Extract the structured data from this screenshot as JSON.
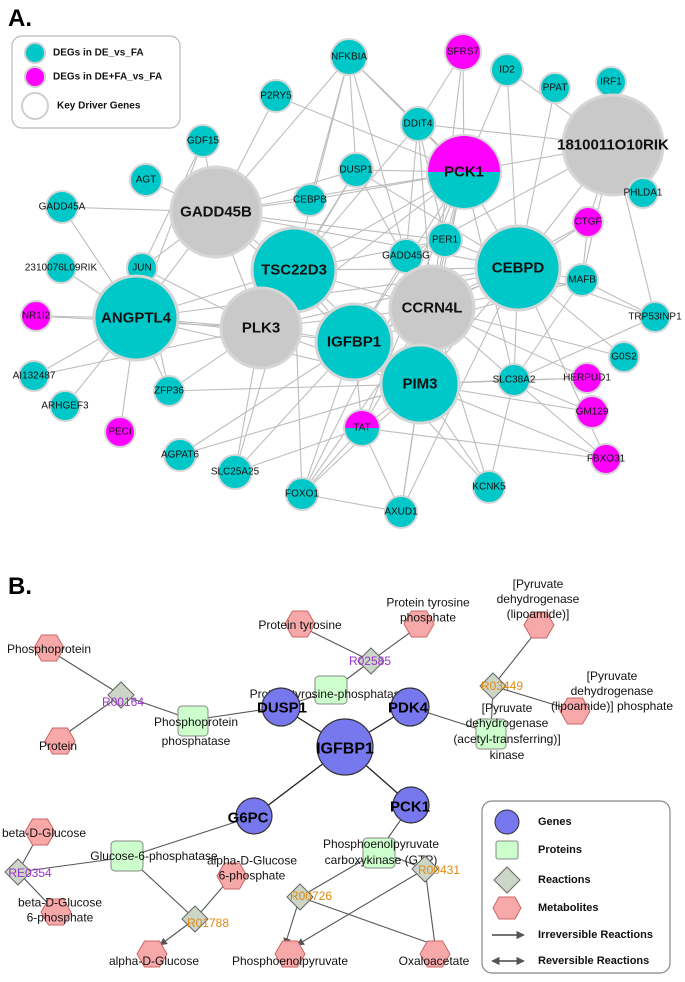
{
  "panel_a": {
    "label": "A.",
    "legend": {
      "items": [
        {
          "label": "DEGs in DE_vs_FA",
          "color": "#00c8c8"
        },
        {
          "label": "DEGs in DE+FA_vs_FA",
          "color": "#ff00ff"
        },
        {
          "label": "Key Driver Genes",
          "color": "#ffffff"
        }
      ]
    },
    "nodes": {
      "NFKBIA": "NFKBIA",
      "SFRS7": "SFRS7",
      "ID2": "ID2",
      "P2RY5": "P2RY5",
      "PPAT": "PPAT",
      "IRF1": "IRF1",
      "DDIT4": "DDIT4",
      "PCK1": "PCK1",
      "R1810011O10RIK": "1810011O10RIK",
      "GDF15": "GDF15",
      "DUSP1": "DUSP1",
      "AGT": "AGT",
      "GADD45B": "GADD45B",
      "PHLDA1": "PHLDA1",
      "GADD45A": "GADD45A",
      "CEBPB": "CEBPB",
      "CTGF": "CTGF",
      "PER1": "PER1",
      "GADD45G": "GADD45G",
      "TSC22D3": "TSC22D3",
      "CEBPD": "CEBPD",
      "R2310076L09RIK": "2310076L09RIK",
      "JUN": "JUN",
      "MAFB": "MAFB",
      "NR1I2": "NR1I2",
      "CCRN4L": "CCRN4L",
      "TRP53INP1": "TRP53INP1",
      "ANGPTL4": "ANGPTL4",
      "PLK3": "PLK3",
      "IGFBP1": "IGFBP1",
      "G0S2": "G0S2",
      "AI132487": "AI132487",
      "HERPUD1": "HERPUD1",
      "PIM3": "PIM3",
      "SLC38A2": "SLC38A2",
      "ARHGEF3": "ARHGEF3",
      "ZFP36": "ZFP36",
      "GM129": "GM129",
      "PECI": "PECI",
      "TAT": "TAT",
      "FBXO31": "FBXO31",
      "AGPAT6": "AGPAT6",
      "SLC25A25": "SLC25A25",
      "FOXO1": "FOXO1",
      "KCNK5": "KCNK5",
      "AXUD1": "AXUD1"
    }
  },
  "panel_b": {
    "label": "B.",
    "genes": {
      "IGFBP1": "IGFBP1",
      "DUSP1": "DUSP1",
      "PDK4": "PDK4",
      "G6PC": "G6PC",
      "PCK1": "PCK1"
    },
    "proteins": {
      "ptp": "Protein-tyrosine-phosphatase",
      "ppp": [
        "Phosphoprotein",
        "phosphatase"
      ],
      "pdk": [
        "[Pyruvate",
        "dehydrogenase",
        "(acetyl-transferring)]",
        "kinase"
      ],
      "g6p": "Glucose-6-phosphatase",
      "pepck": [
        "Phosphoenolpyruvate",
        "carboxykinase (GTP)"
      ]
    },
    "reactions": {
      "R02585": "R02585",
      "R00164": "R00164",
      "R03449": "R03449",
      "RE0354": "RE0354",
      "R01788": "R01788",
      "R00726": "R00726",
      "R00431": "R00431"
    },
    "metabolites": {
      "protein_tyrosine": "Protein tyrosine",
      "protein_tyrosine_phosphate": [
        "Protein tyrosine",
        "phosphate"
      ],
      "phosphoprotein": "Phosphoprotein",
      "protein": "Protein",
      "pdh_lipoamide": [
        "[Pyruvate",
        "dehydrogenase",
        "(lipoamide)]"
      ],
      "pdh_lipoamide_phosphate": [
        "[Pyruvate",
        "dehydrogenase",
        "(lipoamide)] phosphate"
      ],
      "beta_glucose": "beta-D-Glucose",
      "beta_glucose_6p": [
        "beta-D-Glucose",
        "6-phosphate"
      ],
      "alpha_glucose_6p": [
        "alpha-D-Glucose",
        "6-phosphate"
      ],
      "alpha_glucose": "alpha-D-Glucose",
      "pep": "Phosphoenolpyruvate",
      "oxaloacetate": "Oxaloacetate"
    },
    "legend": {
      "items": [
        {
          "label": "Genes",
          "icon": "gene-circle"
        },
        {
          "label": "Proteins",
          "icon": "protein-square"
        },
        {
          "label": "Reactions",
          "icon": "reaction-diamond"
        },
        {
          "label": "Metabolites",
          "icon": "metabolite-hexagon"
        },
        {
          "label": "Irreversible Reactions",
          "icon": "single-arrow"
        },
        {
          "label": "Reversible Reactions",
          "icon": "double-arrow"
        }
      ]
    },
    "colors": {
      "gene": "#7777ee",
      "protein": "#ccffcc",
      "reaction": "#ccd6c6",
      "metabolite": "#f7a8a8",
      "rxn_purple": "#9933cc",
      "rxn_orange": "#e08a10"
    }
  }
}
